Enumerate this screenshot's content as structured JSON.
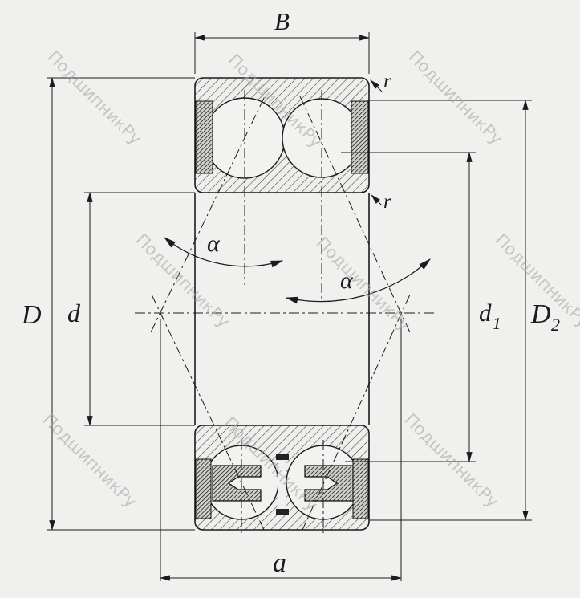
{
  "drawing": {
    "type": "double-row-angular-contact-bearing-cross-section",
    "labels": {
      "B": "B",
      "r_top": "r",
      "r_inner": "r",
      "D": "D",
      "d": "d",
      "d1_base": "d",
      "d1_sub": "1",
      "D2_base": "D",
      "D2_sub": "2",
      "a": "a",
      "alpha_left": "α",
      "alpha_right": "α"
    }
  },
  "watermark": {
    "text": "ПодшипникРу",
    "color": "#a9a9a9"
  },
  "colors": {
    "background": "#f0f0ef",
    "line": "#1b1b1b"
  }
}
